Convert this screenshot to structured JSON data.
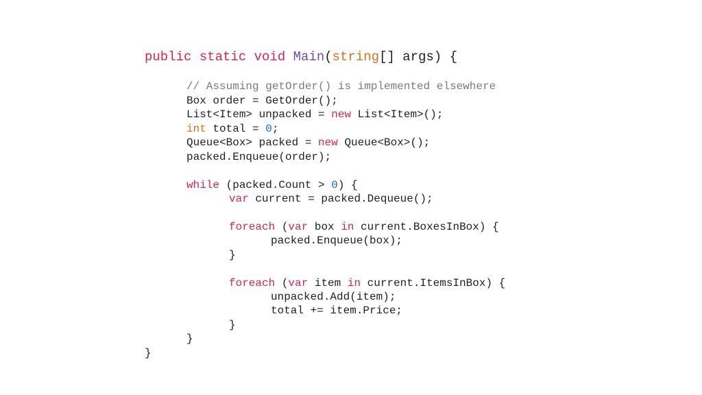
{
  "colors": {
    "background": "#ffffff",
    "plain": "#1f1f1f",
    "keyword": "#d7264c",
    "method": "#6a4bb3",
    "type": "#e0701a",
    "number": "#1f67c6",
    "comment": "#7a7a7a"
  },
  "code": {
    "lines": [
      {
        "indent": 0,
        "sig": true,
        "tokens": [
          {
            "t": "public static void ",
            "k": "keyword"
          },
          {
            "t": "Main",
            "k": "method"
          },
          {
            "t": "(",
            "k": "plain"
          },
          {
            "t": "string",
            "k": "type"
          },
          {
            "t": "[] args) {",
            "k": "plain"
          }
        ]
      },
      {
        "indent": 0,
        "blank": true,
        "tokens": []
      },
      {
        "indent": 1,
        "tokens": [
          {
            "t": "// Assuming getOrder() is implemented elsewhere",
            "k": "comment"
          }
        ]
      },
      {
        "indent": 1,
        "tokens": [
          {
            "t": "Box order = GetOrder();",
            "k": "plain"
          }
        ]
      },
      {
        "indent": 1,
        "tokens": [
          {
            "t": "List<Item> unpacked = ",
            "k": "plain"
          },
          {
            "t": "new",
            "k": "keyword"
          },
          {
            "t": " List<Item>();",
            "k": "plain"
          }
        ]
      },
      {
        "indent": 1,
        "tokens": [
          {
            "t": "int",
            "k": "type"
          },
          {
            "t": " total = ",
            "k": "plain"
          },
          {
            "t": "0",
            "k": "number"
          },
          {
            "t": ";",
            "k": "plain"
          }
        ]
      },
      {
        "indent": 1,
        "tokens": [
          {
            "t": "Queue<Box> packed = ",
            "k": "plain"
          },
          {
            "t": "new",
            "k": "keyword"
          },
          {
            "t": " Queue<Box>();",
            "k": "plain"
          }
        ]
      },
      {
        "indent": 1,
        "tokens": [
          {
            "t": "packed.Enqueue(order);",
            "k": "plain"
          }
        ]
      },
      {
        "indent": 0,
        "blank": true,
        "tokens": []
      },
      {
        "indent": 1,
        "tokens": [
          {
            "t": "while",
            "k": "keyword"
          },
          {
            "t": " (packed.Count > ",
            "k": "plain"
          },
          {
            "t": "0",
            "k": "number"
          },
          {
            "t": ") {",
            "k": "plain"
          }
        ]
      },
      {
        "indent": 2,
        "tokens": [
          {
            "t": "var",
            "k": "keyword"
          },
          {
            "t": " current = packed.Dequeue();",
            "k": "plain"
          }
        ]
      },
      {
        "indent": 0,
        "blank": true,
        "tokens": []
      },
      {
        "indent": 2,
        "tokens": [
          {
            "t": "foreach",
            "k": "keyword"
          },
          {
            "t": " (",
            "k": "plain"
          },
          {
            "t": "var",
            "k": "keyword"
          },
          {
            "t": " box ",
            "k": "plain"
          },
          {
            "t": "in",
            "k": "keyword"
          },
          {
            "t": " current.BoxesInBox) {",
            "k": "plain"
          }
        ]
      },
      {
        "indent": 3,
        "tokens": [
          {
            "t": "packed.Enqueue(box);",
            "k": "plain"
          }
        ]
      },
      {
        "indent": 2,
        "tokens": [
          {
            "t": "}",
            "k": "plain"
          }
        ]
      },
      {
        "indent": 0,
        "blank": true,
        "tokens": []
      },
      {
        "indent": 2,
        "tokens": [
          {
            "t": "foreach",
            "k": "keyword"
          },
          {
            "t": " (",
            "k": "plain"
          },
          {
            "t": "var",
            "k": "keyword"
          },
          {
            "t": " item ",
            "k": "plain"
          },
          {
            "t": "in",
            "k": "keyword"
          },
          {
            "t": " current.ItemsInBox) {",
            "k": "plain"
          }
        ]
      },
      {
        "indent": 3,
        "tokens": [
          {
            "t": "unpacked.Add(item);",
            "k": "plain"
          }
        ]
      },
      {
        "indent": 3,
        "tokens": [
          {
            "t": "total += item.Price;",
            "k": "plain"
          }
        ]
      },
      {
        "indent": 2,
        "tokens": [
          {
            "t": "}",
            "k": "plain"
          }
        ]
      },
      {
        "indent": 1,
        "tokens": [
          {
            "t": "}",
            "k": "plain"
          }
        ]
      },
      {
        "indent": 0,
        "tokens": [
          {
            "t": "}",
            "k": "plain"
          }
        ]
      }
    ]
  }
}
